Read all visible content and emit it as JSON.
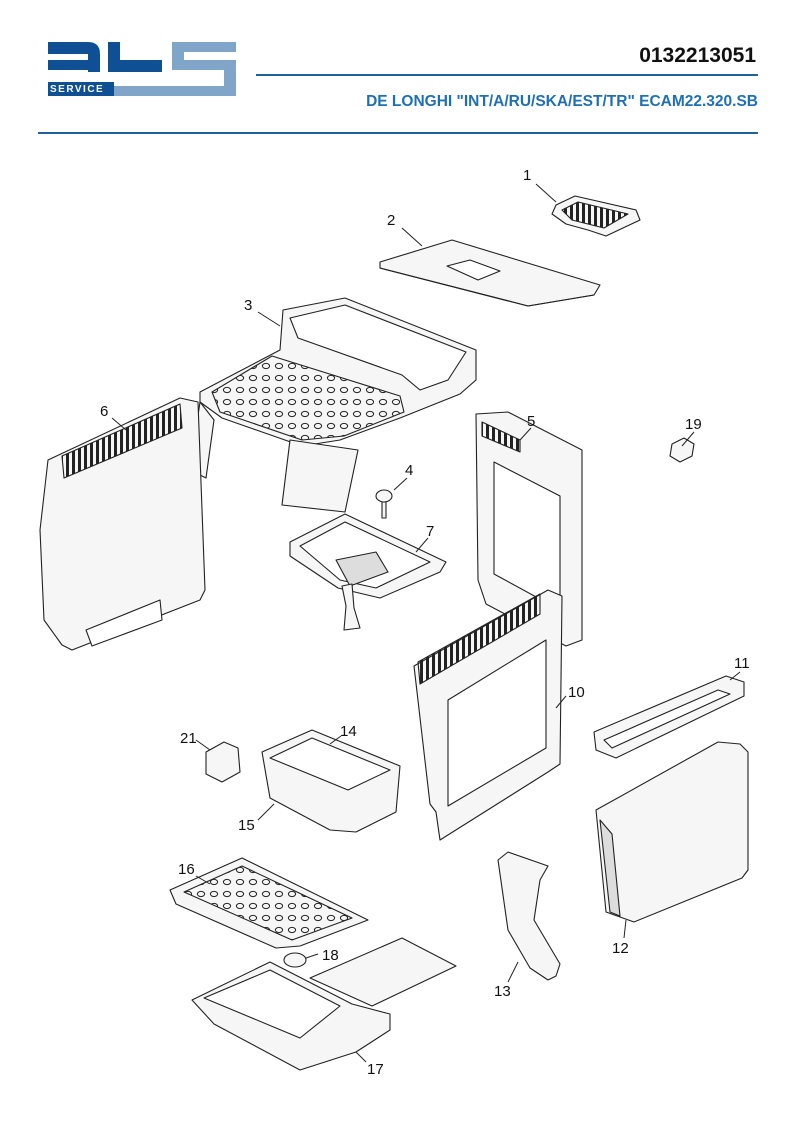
{
  "header": {
    "logo_text": "SERVICE",
    "doc_number": "0132213051",
    "model_title": "DE LONGHI \"INT/A/RU/SKA/EST/TR\" ECAM22.320.SB"
  },
  "colors": {
    "brand_dark": "#0f4f93",
    "brand_light": "#7fa6c9",
    "title_blue": "#1f6fb5",
    "rule_blue": "#1f5f9c"
  },
  "diagram": {
    "callouts": {
      "c1": "1",
      "c2": "2",
      "c3": "3",
      "c4": "4",
      "c5": "5",
      "c6": "6",
      "c7": "7",
      "c10": "10",
      "c11": "11",
      "c12": "12",
      "c13": "13",
      "c14": "14",
      "c15": "15",
      "c16": "16",
      "c17": "17",
      "c18": "18",
      "c19": "19",
      "c21": "21"
    }
  }
}
